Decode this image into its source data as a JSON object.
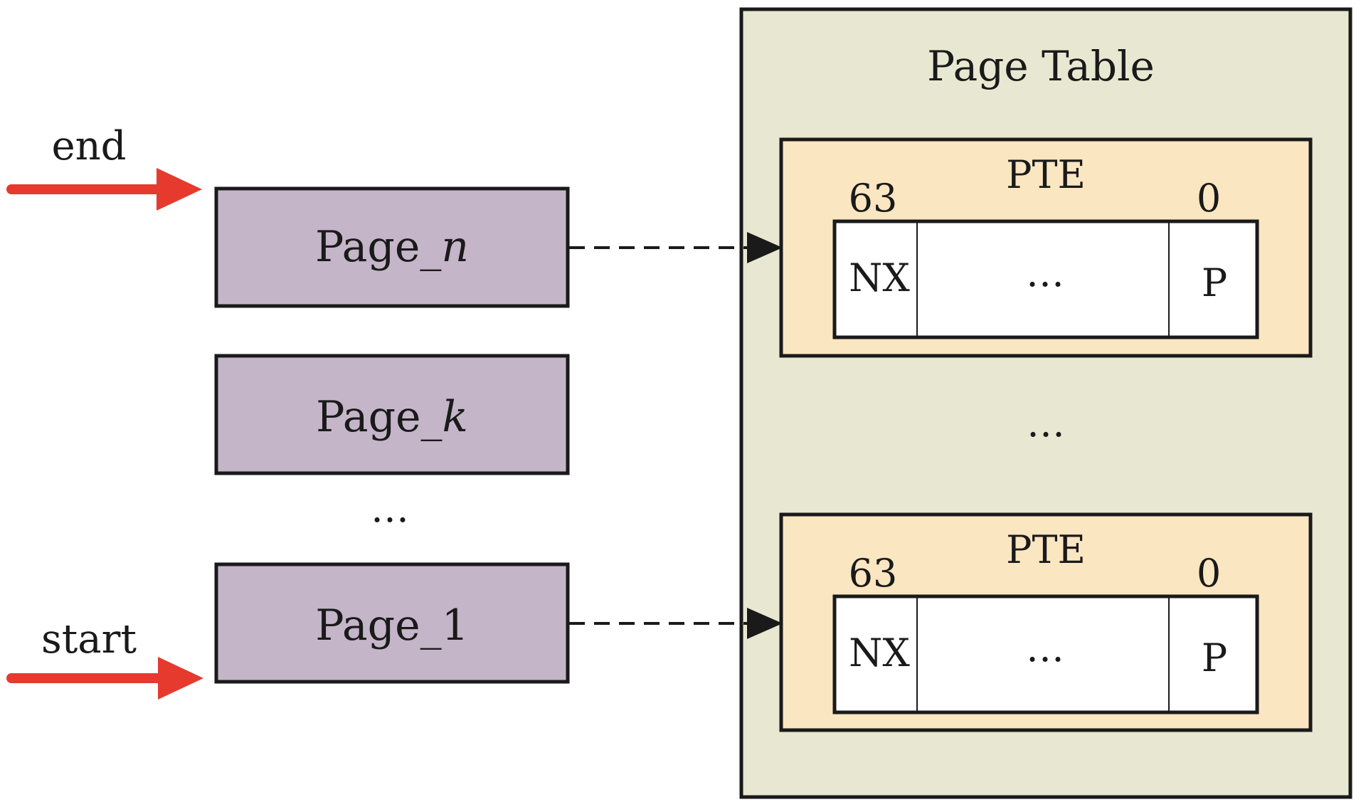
{
  "pointers": {
    "end_label": "end",
    "start_label": "start"
  },
  "pages": {
    "page_n": {
      "prefix": "Page_",
      "sub": "n"
    },
    "page_k": {
      "prefix": "Page_",
      "sub": "k"
    },
    "ellipsis": "…",
    "page_1": {
      "prefix": "Page_",
      "sub": "1"
    }
  },
  "page_table": {
    "title": "Page Table",
    "ellipsis": "…",
    "entries": [
      {
        "title": "PTE",
        "high_bit": "63",
        "low_bit": "0",
        "nx": "NX",
        "middle": "…",
        "p": "P"
      },
      {
        "title": "PTE",
        "high_bit": "63",
        "low_bit": "0",
        "nx": "NX",
        "middle": "…",
        "p": "P"
      }
    ]
  },
  "colors": {
    "arrow_red": "#e63a2e",
    "page_fill": "#c5b5c9",
    "table_fill": "#e8e8d2",
    "pte_fill": "#fbe6c2",
    "stroke": "#1a1a1a"
  }
}
